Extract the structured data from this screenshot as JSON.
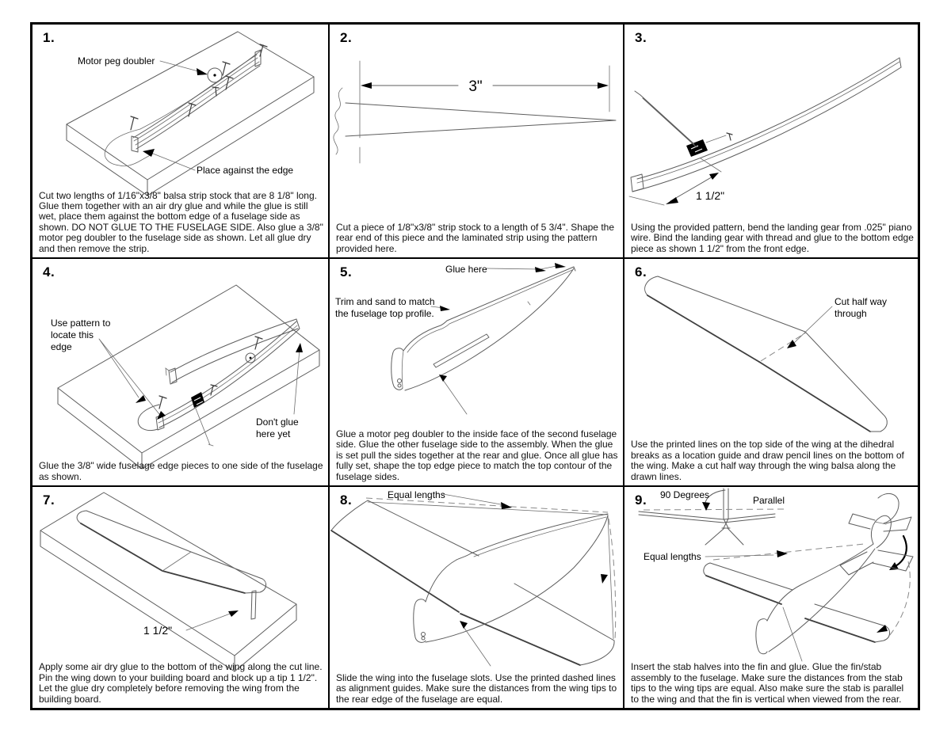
{
  "panels": [
    {
      "number": "1.",
      "caption": "Cut two lengths of 1/16\"x3/8\" balsa strip stock that are 8 1/8\" long. Glue them together with an air dry glue and while the glue is still wet, place them against the bottom edge of a fuselage side as shown. DO NOT GLUE TO THE FUSELAGE SIDE. Also glue a 3/8\" motor peg doubler to the fuselage side as shown. Let all glue dry and then remove the strip.",
      "labels": {
        "motor_peg_doubler": "Motor peg doubler",
        "place_against_edge": "Place against the edge"
      }
    },
    {
      "number": "2.",
      "caption": "Cut a piece of 1/8\"x3/8\" strip stock to a length of 5 3/4\". Shape the rear end of this piece and the laminated strip using the pattern provided here.",
      "labels": {
        "dim_3in": "3\""
      }
    },
    {
      "number": "3.",
      "caption": "Using the provided pattern, bend the landing gear from .025\" piano wire. Bind the landing gear with thread and glue to the bottom edge piece as shown 1 1/2\" from the front edge.",
      "labels": {
        "dim_1_5in": "1 1/2\""
      }
    },
    {
      "number": "4.",
      "caption": "Glue the 3/8\" wide fuselage edge pieces to one side of the fuselage as shown.",
      "labels": {
        "use_pattern_line1": "Use pattern to",
        "use_pattern_line2": "locate this",
        "use_pattern_line3": "edge",
        "dont_glue_line1": "Don't glue",
        "dont_glue_line2": "here yet"
      }
    },
    {
      "number": "5.",
      "caption": "Glue a motor peg doubler to the inside face of the second fuselage side. Glue the other fuselage side to the assembly. When the glue is set pull the sides together at the rear and glue. Once all glue has fully set, shape the top edge piece to match the top contour of the fuselage sides.",
      "labels": {
        "glue_here": "Glue here",
        "trim_line1": "Trim and sand to match",
        "trim_line2": "the fuselage top profile."
      }
    },
    {
      "number": "6.",
      "caption": "Use the printed lines on the top side of the wing at the dihedral breaks as a location guide and draw pencil lines on the bottom of the wing. Make a cut half way through the wing balsa along the drawn lines.",
      "labels": {
        "cut_line1": "Cut half way",
        "cut_line2": "through"
      }
    },
    {
      "number": "7.",
      "caption": "Apply some air dry glue to the bottom of the wing along the cut line. Pin the wing down to your building board and block up a tip 1 1/2\". Let the glue dry completely before removing the wing from the building board.",
      "labels": {
        "dim_1_5in": "1 1/2\""
      }
    },
    {
      "number": "8.",
      "caption": "Slide the wing into the fuselage slots. Use the printed dashed lines as alignment guides. Make sure the distances from the wing tips to the rear edge of the fuselage are equal.",
      "labels": {
        "equal_lengths": "Equal lengths"
      }
    },
    {
      "number": "9.",
      "caption": "Insert the stab halves into the fin and glue. Glue the fin/stab assembly to the fuselage. Make sure the distances from the stab tips to the wing tips are equal. Also make sure the stab is parallel to the wing and that the fin is vertical when viewed from the rear.",
      "labels": {
        "ninety_degrees": "90 Degrees",
        "parallel": "Parallel",
        "equal_lengths": "Equal lengths"
      }
    }
  ]
}
